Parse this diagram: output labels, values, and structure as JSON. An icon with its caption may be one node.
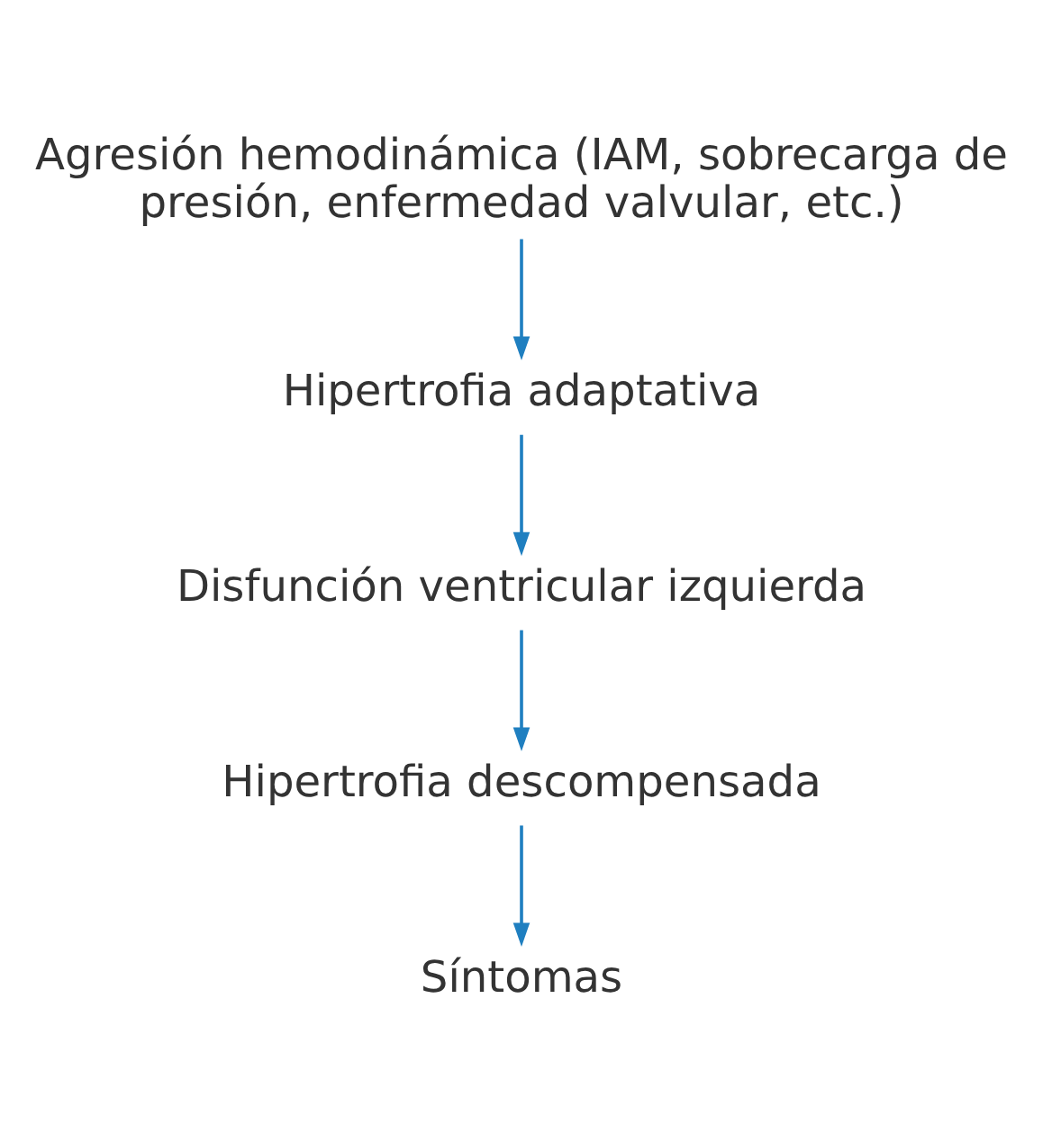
{
  "diagram": {
    "nodes": [
      {
        "text": [
          "Agresión hemodinámica (IAM, sobrecarga de presión, enfermedad valvular, etc.)"
        ]
      },
      {
        "text": [
          "Hipertrofia adaptativa"
        ]
      },
      {
        "text": [
          "Disfunción ventricular izquierda"
        ]
      },
      {
        "text": [
          "Hipertrofia descompensada"
        ]
      },
      {
        "text": [
          "Síntomas"
        ]
      }
    ],
    "edges": [
      {
        "from": 0,
        "to": 1,
        "arrow": "to"
      },
      {
        "from": 1,
        "to": 2,
        "arrow": "to"
      },
      {
        "from": 2,
        "to": 3,
        "arrow": "to"
      },
      {
        "from": 3,
        "to": 4,
        "arrow": "to"
      }
    ]
  }
}
